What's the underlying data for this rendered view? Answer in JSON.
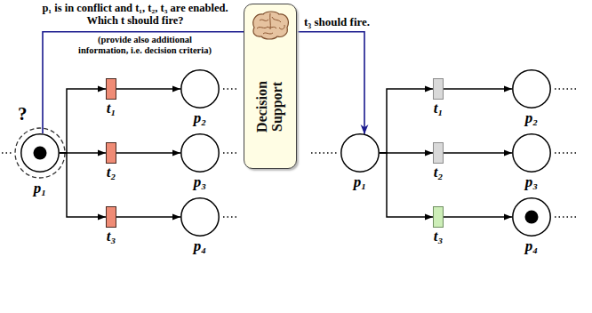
{
  "diagram": {
    "nodes": [
      {
        "text": [
          "p₁"
        ]
      },
      {
        "text": [
          "t₁"
        ]
      },
      {
        "text": [
          "p₂"
        ]
      },
      {
        "text": [
          "t₂"
        ]
      },
      {
        "text": [
          "p₃"
        ]
      },
      {
        "text": [
          "t₃"
        ]
      },
      {
        "text": [
          "p₄"
        ]
      },
      {
        "text": [
          "Decision Support"
        ]
      },
      {
        "text": [
          "p₁"
        ]
      },
      {
        "text": [
          "t₁"
        ]
      },
      {
        "text": [
          "p₂"
        ]
      },
      {
        "text": [
          "t₂"
        ]
      },
      {
        "text": [
          "p₃"
        ]
      },
      {
        "text": [
          "t₃"
        ]
      },
      {
        "text": [
          "p₄"
        ]
      }
    ],
    "edges": [
      {
        "from": 0,
        "to": 1,
        "arrow": "to"
      },
      {
        "from": 0,
        "to": 3,
        "arrow": "to"
      },
      {
        "from": 0,
        "to": 5,
        "arrow": "to"
      },
      {
        "from": 1,
        "to": 2,
        "arrow": "to"
      },
      {
        "from": 3,
        "to": 4,
        "arrow": "to"
      },
      {
        "from": 5,
        "to": 6,
        "arrow": "to"
      },
      {
        "from": 8,
        "to": 9,
        "arrow": "to"
      },
      {
        "from": 8,
        "to": 11,
        "arrow": "to"
      },
      {
        "from": 8,
        "to": 13,
        "arrow": "to"
      },
      {
        "from": 9,
        "to": 10,
        "arrow": "to"
      },
      {
        "from": 11,
        "to": 12,
        "arrow": "to"
      },
      {
        "from": 13,
        "to": 14,
        "arrow": "to"
      },
      {
        "from": 0,
        "to": 7,
        "arrow": "none",
        "label": "p₁ is in conflict and t₁, t₂, t₃ are enabled. Which t should fire?"
      },
      {
        "from": 7,
        "to": 8,
        "arrow": "to",
        "label": "t₃ should fire."
      }
    ],
    "labels": [
      "?",
      "(provide also additional information, i.e. decision criteria)"
    ]
  }
}
